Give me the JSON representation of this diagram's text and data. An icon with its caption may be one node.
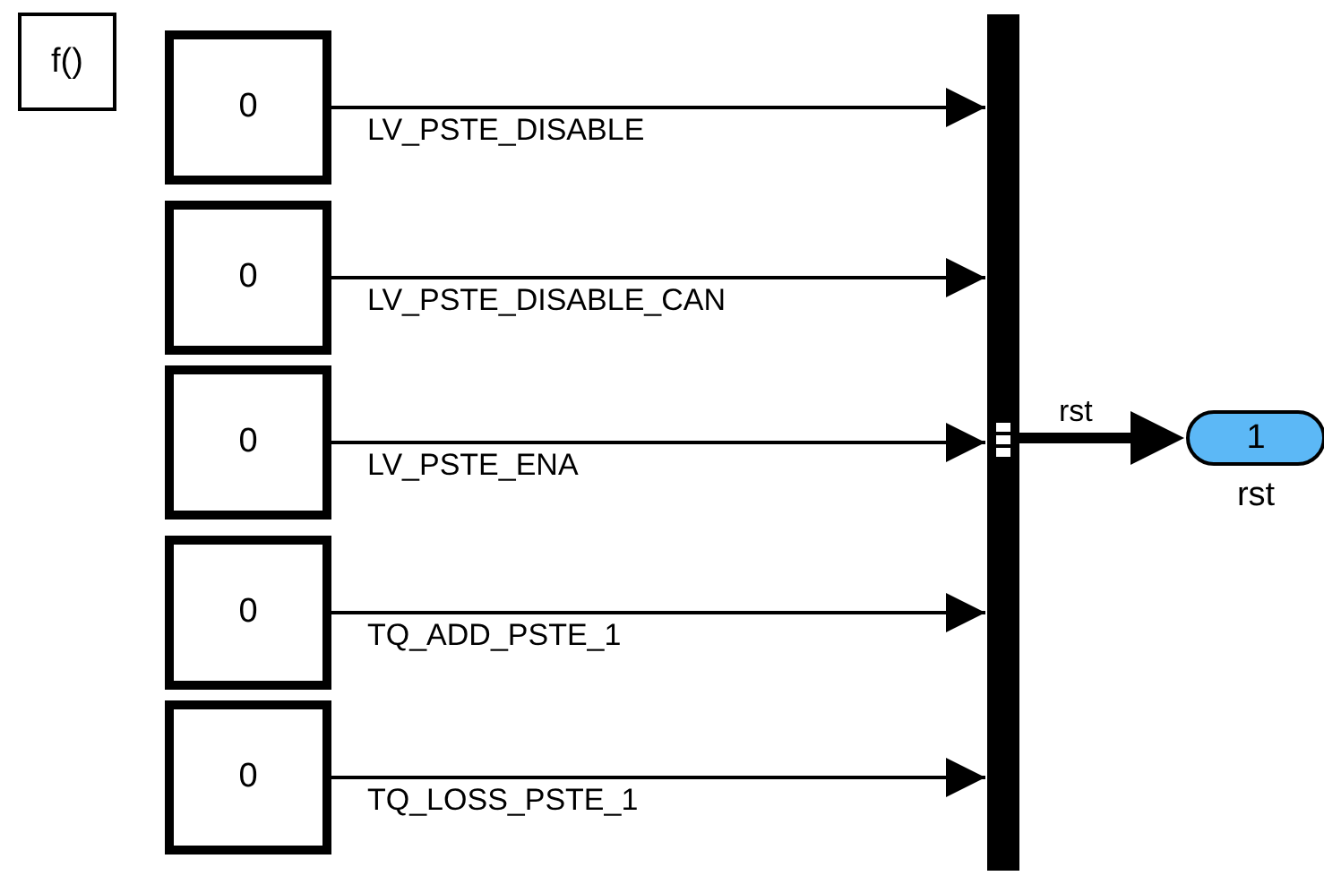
{
  "diagram": {
    "nodes": [
      {
        "text": [
          "f()"
        ]
      },
      {
        "text": [
          "0"
        ]
      },
      {
        "text": [
          "0"
        ]
      },
      {
        "text": [
          "0"
        ]
      },
      {
        "text": [
          "0"
        ]
      },
      {
        "text": [
          "0"
        ]
      },
      {
        "text": [],
        "shape": "bar"
      },
      {
        "text": [
          "1"
        ],
        "beside": [
          "rst"
        ]
      }
    ],
    "edges": [
      {
        "from": 1,
        "to": 6,
        "arrow": "to",
        "label": "LV_PSTE_DISABLE"
      },
      {
        "from": 2,
        "to": 6,
        "arrow": "to",
        "label": "LV_PSTE_DISABLE_CAN"
      },
      {
        "from": 3,
        "to": 6,
        "arrow": "to",
        "label": "LV_PSTE_ENA"
      },
      {
        "from": 4,
        "to": 6,
        "arrow": "to",
        "label": "TQ_ADD_PSTE_1"
      },
      {
        "from": 5,
        "to": 6,
        "arrow": "to",
        "label": "TQ_LOSS_PSTE_1"
      },
      {
        "from": 6,
        "to": 7,
        "arrow": "to",
        "label": "rst",
        "style": "thick"
      }
    ]
  }
}
